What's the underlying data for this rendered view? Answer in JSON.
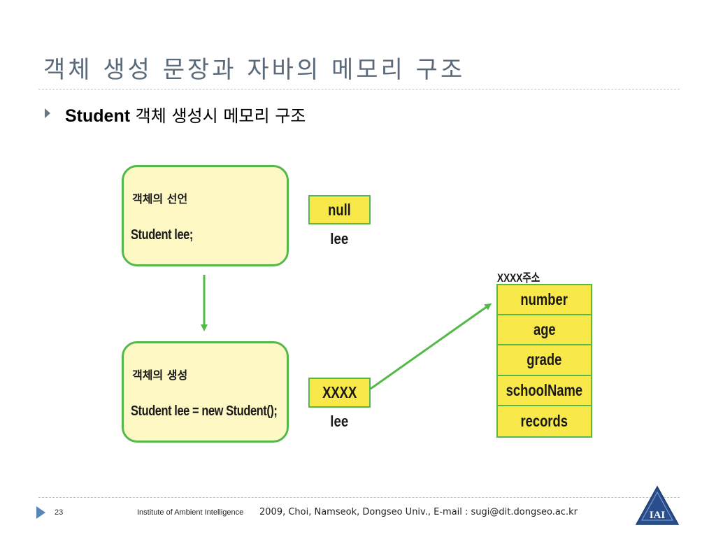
{
  "slide": {
    "title": "객체 생성 문장과 자바의 메모리 구조",
    "bullet_bold": "Student",
    "bullet_rest": " 객체 생성시 메모리 구조"
  },
  "declaration": {
    "heading": "객체의 선언",
    "code": "Student lee;",
    "cell_value": "null",
    "var_name": "lee"
  },
  "creation": {
    "heading": "객체의 생성",
    "code": "Student lee = new Student();",
    "cell_value": "XXXX",
    "var_name": "lee"
  },
  "object": {
    "address_label": "XXXX주소",
    "fields": [
      "number",
      "age",
      "grade",
      "schoolName",
      "records"
    ]
  },
  "footer": {
    "page_number": "23",
    "institute": "Institute of Ambient Intelligence",
    "credit": "2009,  Choi, Namseok,  Dongseo Univ.,  E-mail : sugi@dit.dongseo.ac.kr",
    "logo_text": "IAI"
  },
  "colors": {
    "box_fill": "#fdf8c4",
    "cell_fill": "#f8e84a",
    "border_green": "#55b94a",
    "title_gray": "#5b6a7a",
    "logo_blue": "#2a4e8c"
  }
}
